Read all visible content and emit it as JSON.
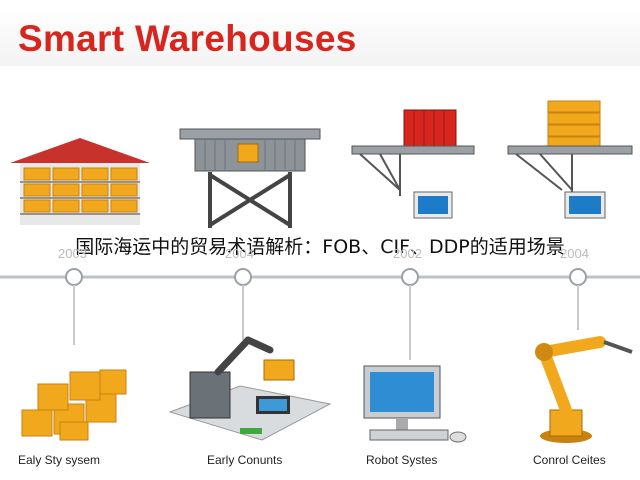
{
  "title": "Smart Warehouses",
  "overlay_text": "国际海运中的贸易术语解析：FOB、CIF、DDP的适用场景",
  "years": [
    "2003",
    "2004",
    "2002",
    "2004"
  ],
  "captions": [
    "Ealy Sty sysem",
    "Early Conunts",
    "Robot Systes",
    "Conrol Ceites"
  ],
  "colors": {
    "title": "#d7261e",
    "box": "#f2a81c",
    "metal": "#8d9499",
    "timeline": "#bcc1c5"
  }
}
